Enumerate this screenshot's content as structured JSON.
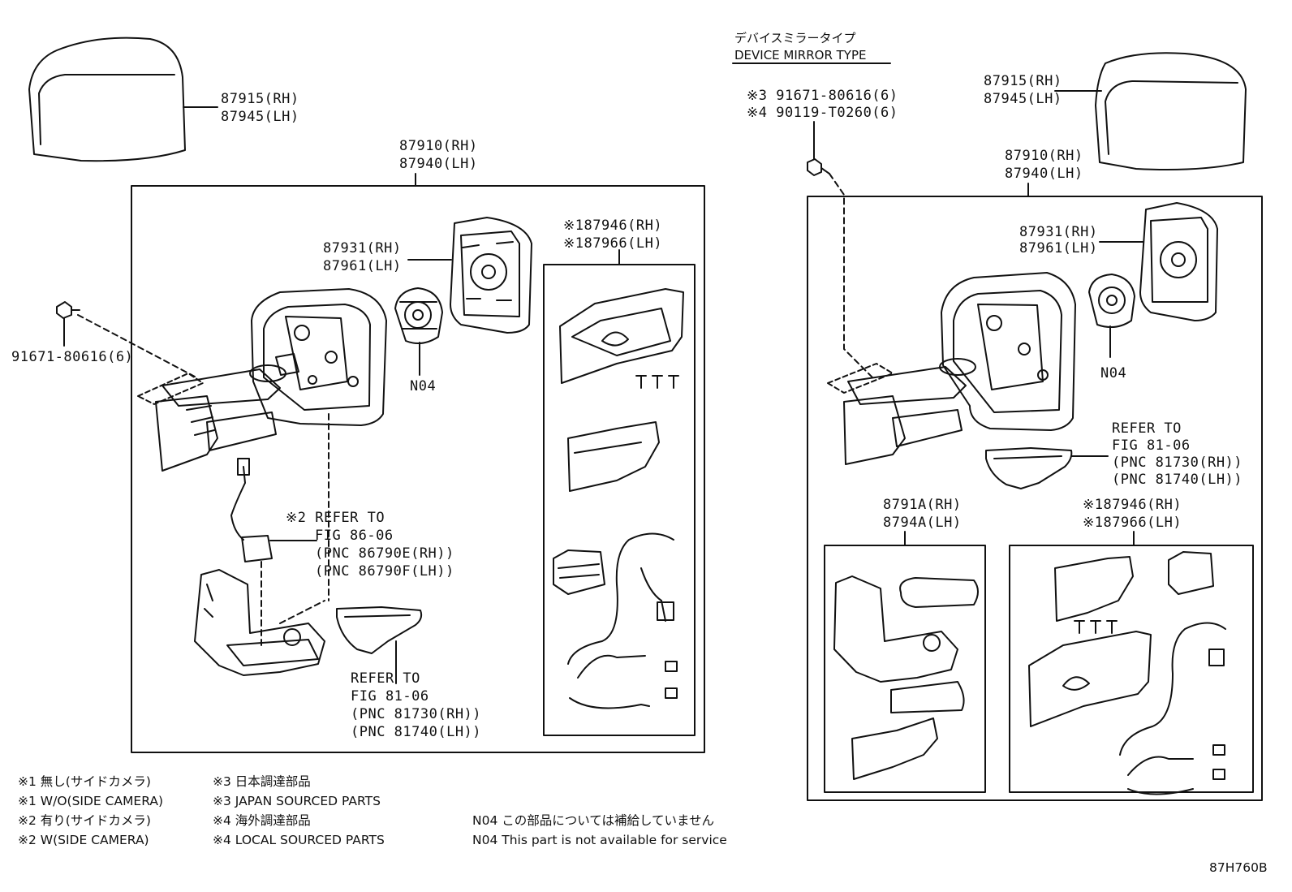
{
  "left": {
    "cover_rh": "87915(RH)",
    "cover_lh": "87945(LH)",
    "assy_rh": "87910(RH)",
    "assy_lh": "87940(LH)",
    "base_rh": "87931(RH)",
    "base_lh": "87961(LH)",
    "screw": "91671-80616(6)",
    "n04": "N04",
    "sub_rh": "※187946(RH)",
    "sub_lh": "※187966(LH)",
    "cam_ref": [
      "※2 REFER TO",
      "FIG 86-06",
      "(PNC 86790E(RH))",
      "(PNC 86790F(LH))"
    ],
    "lamp_ref": [
      "REFER TO",
      "FIG 81-06",
      "(PNC 81730(RH))",
      "(PNC 81740(LH))"
    ]
  },
  "right": {
    "type_jp": "デバイスミラータイプ",
    "type_en": "DEVICE MIRROR TYPE",
    "screw1": "※3 91671-80616(6)",
    "screw2": "※4 90119-T0260(6)",
    "cover_rh": "87915(RH)",
    "cover_lh": "87945(LH)",
    "assy_rh": "87910(RH)",
    "assy_lh": "87940(LH)",
    "base_rh": "87931(RH)",
    "base_lh": "87961(LH)",
    "n04": "N04",
    "lamp_ref": [
      "REFER TO",
      "FIG 81-06",
      "(PNC 81730(RH))",
      "(PNC 81740(LH))"
    ],
    "visor_rh": "8791A(RH)",
    "visor_lh": "8794A(LH)",
    "sub_rh": "※187946(RH)",
    "sub_lh": "※187966(LH)"
  },
  "legend": {
    "col1": [
      "※1 無し(サイドカメラ)",
      "※1 W/O(SIDE CAMERA)",
      "※2 有り(サイドカメラ)",
      "※2 W(SIDE CAMERA)"
    ],
    "col2": [
      "※3 日本調達部品",
      "※3 JAPAN SOURCED PARTS",
      "※4 海外調達部品",
      "※4 LOCAL SOURCED PARTS"
    ],
    "col3": [
      "N04 この部品については補給していません",
      "N04 This part is not available for service"
    ]
  },
  "figure_code": "87H760B"
}
